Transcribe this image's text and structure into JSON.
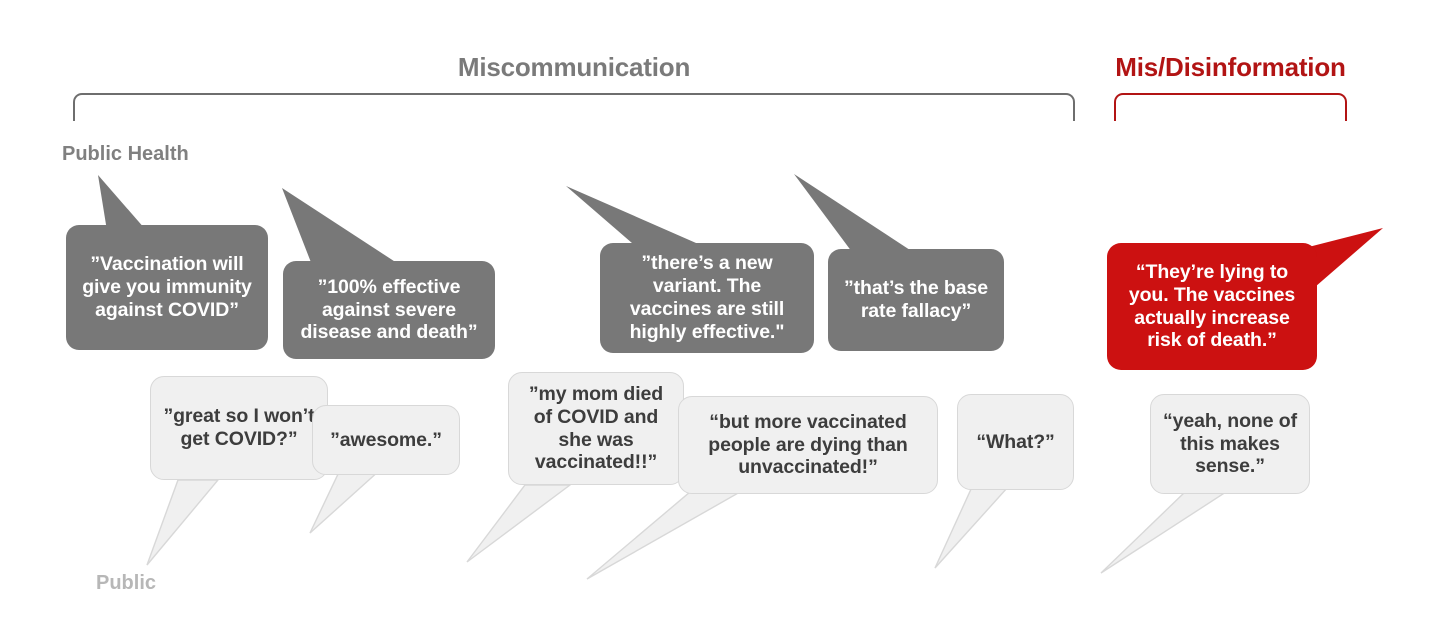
{
  "categories": {
    "miscommunication": {
      "label": "Miscommunication",
      "color": "#7a7a7a"
    },
    "misdisinformation": {
      "label": "Mis/Disinformation",
      "color": "#b21414"
    }
  },
  "rows": {
    "top_label": "Public Health",
    "bottom_label": "Public"
  },
  "public_health_bubbles": [
    {
      "text": "”Vaccination will give you immunity against COVID”",
      "type": "gray"
    },
    {
      "text": "”100% effective against severe disease and death”",
      "type": "gray"
    },
    {
      "text": "”there’s a new variant. The vaccines are still highly effective.\"",
      "type": "gray"
    },
    {
      "text": "”that’s the base rate fallacy”",
      "type": "gray"
    },
    {
      "text": "“They’re lying to you. The vaccines actually increase risk of death.”",
      "type": "red"
    }
  ],
  "public_bubbles": [
    {
      "text": "”great so I won’t get COVID?”",
      "type": "light"
    },
    {
      "text": "”awesome.”",
      "type": "light"
    },
    {
      "text": "”my mom died of COVID and she was vaccinated!!”",
      "type": "light"
    },
    {
      "text": "“but more vaccinated people are dying than unvaccinated!”",
      "type": "light"
    },
    {
      "text": "“What?”",
      "type": "light"
    },
    {
      "text": "“yeah, none of this makes sense.”",
      "type": "light"
    }
  ],
  "colors": {
    "gray_bubble": "#787878",
    "red_bubble": "#cc1111",
    "light_bubble": "#f0f0f0",
    "light_bubble_border": "#d8d8d8",
    "gray_text": "#7a7a7a",
    "red_text": "#b21414",
    "dark_text": "#3d3d3d"
  }
}
